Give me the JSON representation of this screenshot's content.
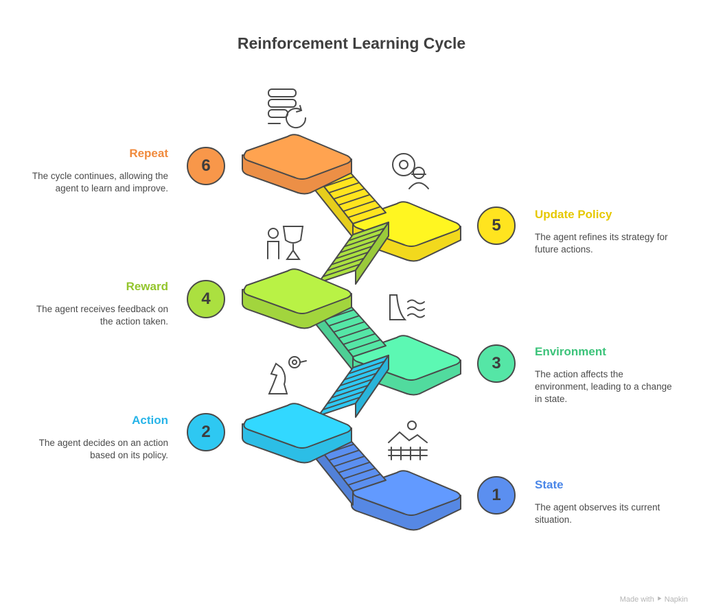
{
  "title": "Reinforcement Learning Cycle",
  "steps": [
    {
      "number": "1",
      "label": "State",
      "description": "The agent observes its current situation.",
      "color": "#5b8ff0",
      "label_color": "#4a86e8",
      "icon": "landscape-fence-icon"
    },
    {
      "number": "2",
      "label": "Action",
      "description": "The agent decides on an action based on its policy.",
      "color": "#2ec8f2",
      "label_color": "#27b4e8",
      "icon": "chess-knight-target-icon"
    },
    {
      "number": "3",
      "label": "Environment",
      "description": "The action affects the environment, leading to a change in state.",
      "color": "#55e6a6",
      "label_color": "#3cc37a",
      "icon": "dam-water-icon"
    },
    {
      "number": "4",
      "label": "Reward",
      "description": "The agent receives feedback on the action taken.",
      "color": "#abe040",
      "label_color": "#93c52c",
      "icon": "person-trophy-icon"
    },
    {
      "number": "5",
      "label": "Update Policy",
      "description": "The agent refines its strategy for future actions.",
      "color": "#ffe41f",
      "label_color": "#e6c800",
      "icon": "gear-engineer-icon"
    },
    {
      "number": "6",
      "label": "Repeat",
      "description": "The cycle continues, allowing the agent to learn and improve.",
      "color": "#f8974a",
      "label_color": "#f08a3c",
      "icon": "server-refresh-icon"
    }
  ],
  "watermark": "Made with ⯈ Napkin"
}
